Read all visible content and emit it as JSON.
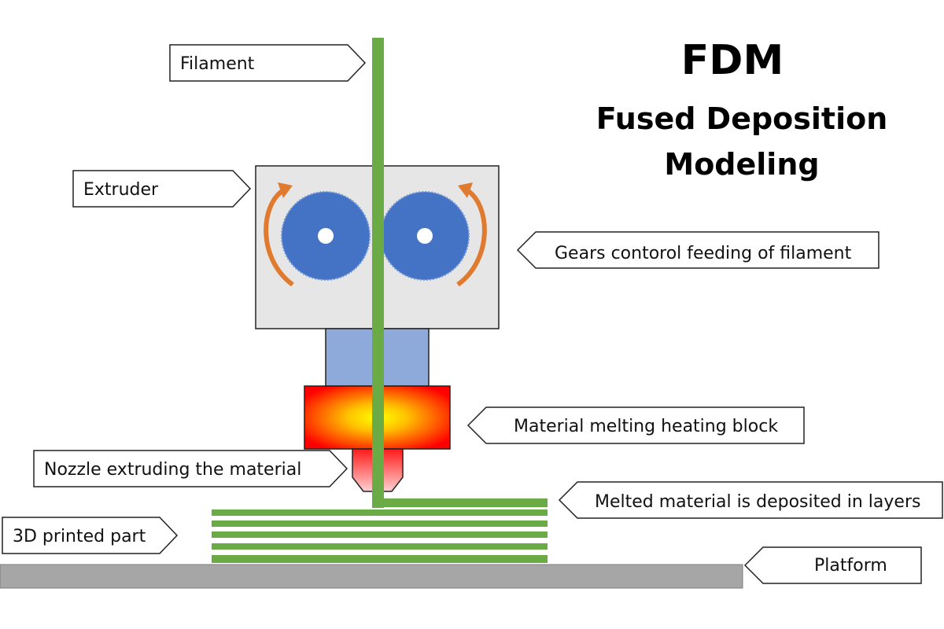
{
  "title": "FDM",
  "subtitle_line1": "Fused Deposition",
  "subtitle_line2": "Modeling",
  "labels": {
    "filament": "Filament",
    "extruder": "Extruder",
    "gears": "Gears contorol feeding of filament",
    "heating_block": "Material melting heating block",
    "nozzle": "Nozzle extruding the material",
    "deposited": "Melted material is deposited in layers",
    "printed_part": "3D printed part",
    "platform": "Platform"
  },
  "colors": {
    "filament": "#6bab45",
    "gear": "#4472c4",
    "arrow": "#e07a2e",
    "extruder_body": "#e6e6e6",
    "cooling_block": "#8eaadb",
    "platform": "#a6a6a6"
  }
}
